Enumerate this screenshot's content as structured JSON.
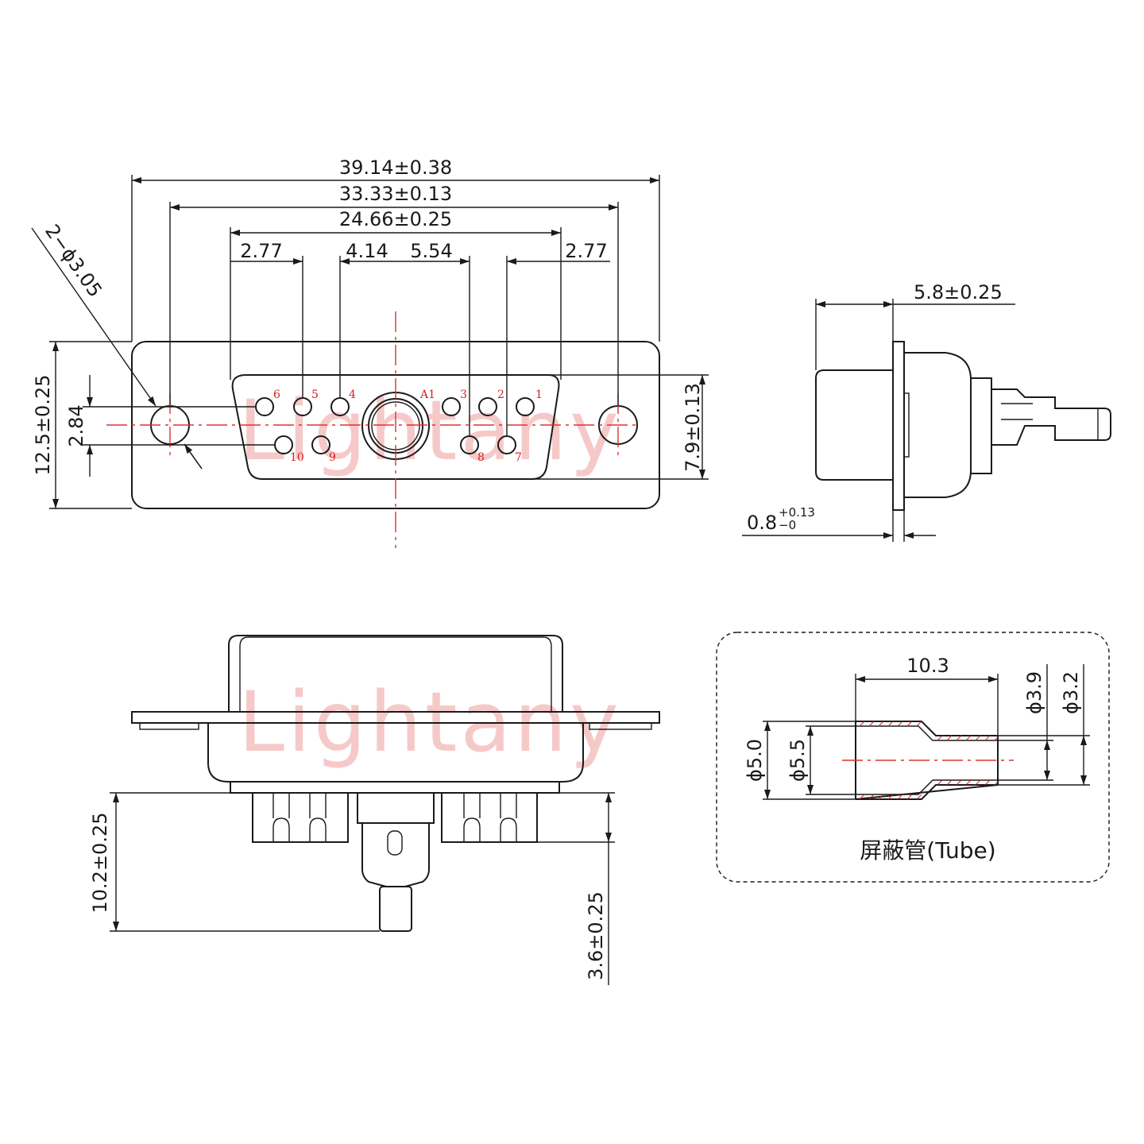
{
  "front_view": {
    "dims": {
      "overall_width": "39.14±0.38",
      "mount_hole_span": "33.33±0.13",
      "shell_width": "24.66±0.25",
      "pitch_left": "2.77",
      "pitch_center_left": "4.14",
      "pitch_center_right": "5.54",
      "pitch_right": "2.77",
      "mount_hole": "2−ϕ3.05",
      "flange_height": "12.5±0.25",
      "row_spacing": "2.84",
      "shell_height": "7.9±0.13"
    },
    "pins": [
      "6",
      "5",
      "4",
      "A1",
      "3",
      "2",
      "1",
      "10",
      "9",
      "8",
      "7"
    ]
  },
  "side_view": {
    "dims": {
      "depth": "5.8±0.25",
      "flange_thickness_base": "0.8",
      "flange_thickness_upper": "+0.13",
      "flange_thickness_lower": "−0"
    }
  },
  "bottom_view": {
    "dims": {
      "contact_length": "10.2±0.25",
      "tail_length": "3.6±0.25"
    },
    "watermark": "Lightany"
  },
  "tube_detail": {
    "dims": {
      "length": "10.3",
      "d_outer_large": "ϕ5.0",
      "d_inner_large": "ϕ5.5",
      "d_outer_small": "ϕ3.9",
      "d_inner_small": "ϕ3.2"
    },
    "caption": "屏蔽管(Tube)"
  },
  "watermark": "Lightany"
}
